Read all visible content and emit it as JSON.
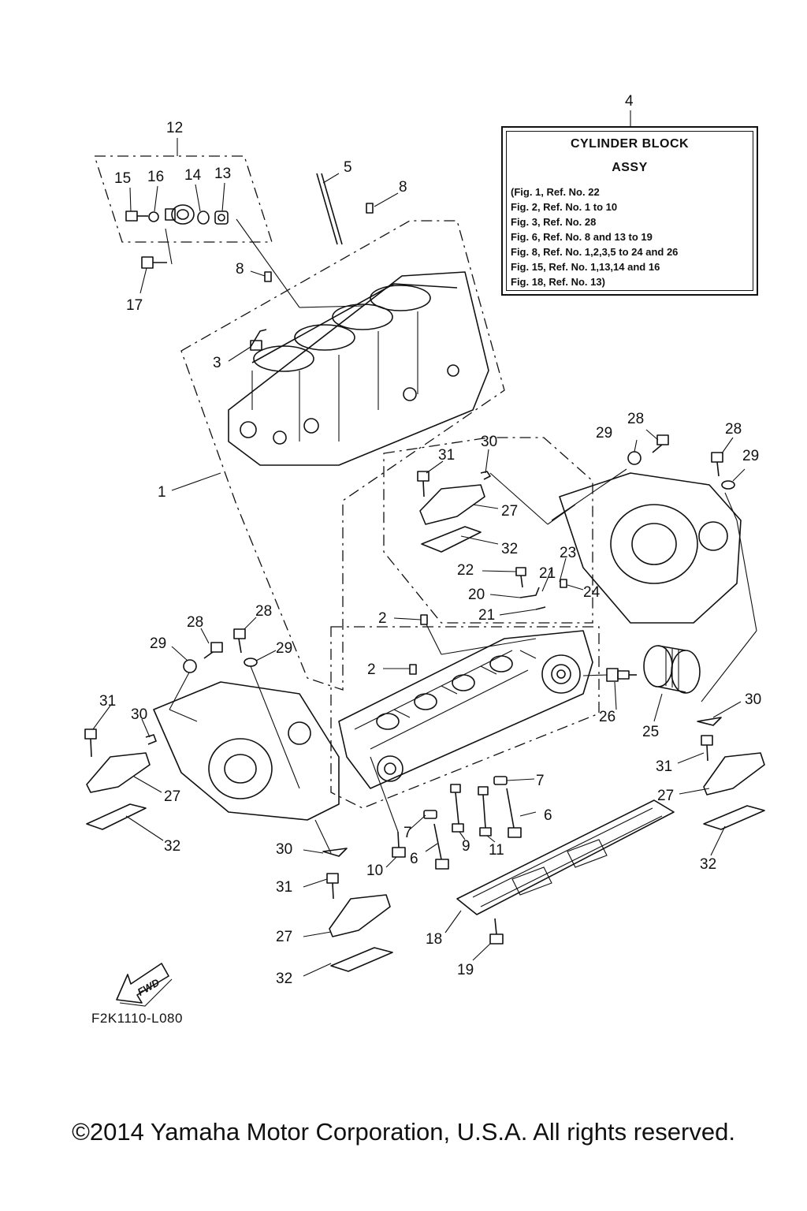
{
  "assy_box": {
    "title_line1": "CYLINDER BLOCK",
    "title_line2": "ASSY",
    "refs": [
      "(Fig. 1, Ref. No. 22",
      " Fig. 2, Ref. No. 1 to 10",
      " Fig. 3, Ref. No. 28",
      " Fig. 6, Ref. No. 8 and 13 to 19",
      " Fig. 8, Ref. No. 1,2,3,5 to 24 and 26",
      " Fig. 15, Ref. No. 1,13,14 and 16",
      " Fig. 18, Ref. No. 13)"
    ]
  },
  "callouts": {
    "c4": "4",
    "c12": "12",
    "c15": "15",
    "c16": "16",
    "c14": "14",
    "c13": "13",
    "c5": "5",
    "c8a": "8",
    "c8b": "8",
    "c17": "17",
    "c3": "3",
    "c1": "1",
    "c30a": "30",
    "c31a": "31",
    "c27a": "27",
    "c32a": "32",
    "c28a": "28",
    "c29a": "29",
    "c28b": "28",
    "c29b": "29",
    "c23": "23",
    "c22": "22",
    "c21a": "21",
    "c20": "20",
    "c21b": "21",
    "c24": "24",
    "c2a": "2",
    "c2b": "2",
    "c26": "26",
    "c25": "25",
    "c28c": "28",
    "c29c": "29",
    "c28d": "28",
    "c29d": "29",
    "c31b": "31",
    "c30b": "30",
    "c27b": "27",
    "c32b": "32",
    "c30c": "30",
    "c31c": "31",
    "c27c": "27",
    "c32c": "32",
    "c7a": "7",
    "c7b": "7",
    "c6a": "6",
    "c6b": "6",
    "c9": "9",
    "c11": "11",
    "c10": "10",
    "c30d": "30",
    "c31d": "31",
    "c27d": "27",
    "c32d": "32",
    "c18": "18",
    "c19": "19"
  },
  "fwd_label": "FWD",
  "figure_code": "F2K1110-L080",
  "copyright": "©2014 Yamaha Motor Corporation, U.S.A. All rights reserved."
}
